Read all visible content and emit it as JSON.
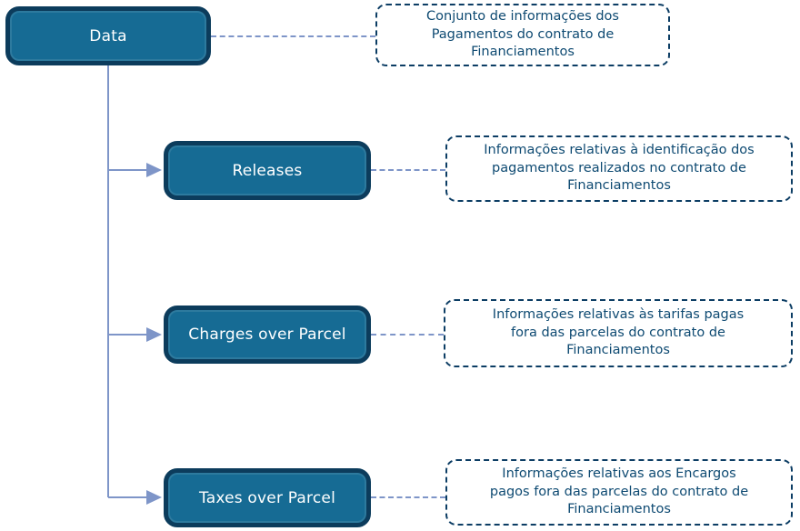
{
  "diagram": {
    "type": "tree",
    "root": {
      "label": "Data",
      "description": "Conjunto de informações dos\nPagamentos do contrato de\nFinanciamentos"
    },
    "children": [
      {
        "label": "Releases",
        "description": "Informações relativas à identificação dos\npagamentos realizados no contrato de\nFinanciamentos"
      },
      {
        "label": "Charges over Parcel",
        "description": "Informações relativas às tarifas pagas\nfora das parcelas do contrato de\nFinanciamentos"
      },
      {
        "label": "Taxes over Parcel",
        "description": "Informações relativas aos Encargos\npagos fora das parcelas do contrato de\nFinanciamentos"
      }
    ],
    "colors": {
      "node_fill": "#166B94",
      "node_border": "#0C3C5C",
      "node_text": "#FFFFFF",
      "annotation_border": "#0C3D64",
      "annotation_text": "#0E4A72",
      "connector": "#7E95C8",
      "background": "#FFFFFF"
    }
  }
}
